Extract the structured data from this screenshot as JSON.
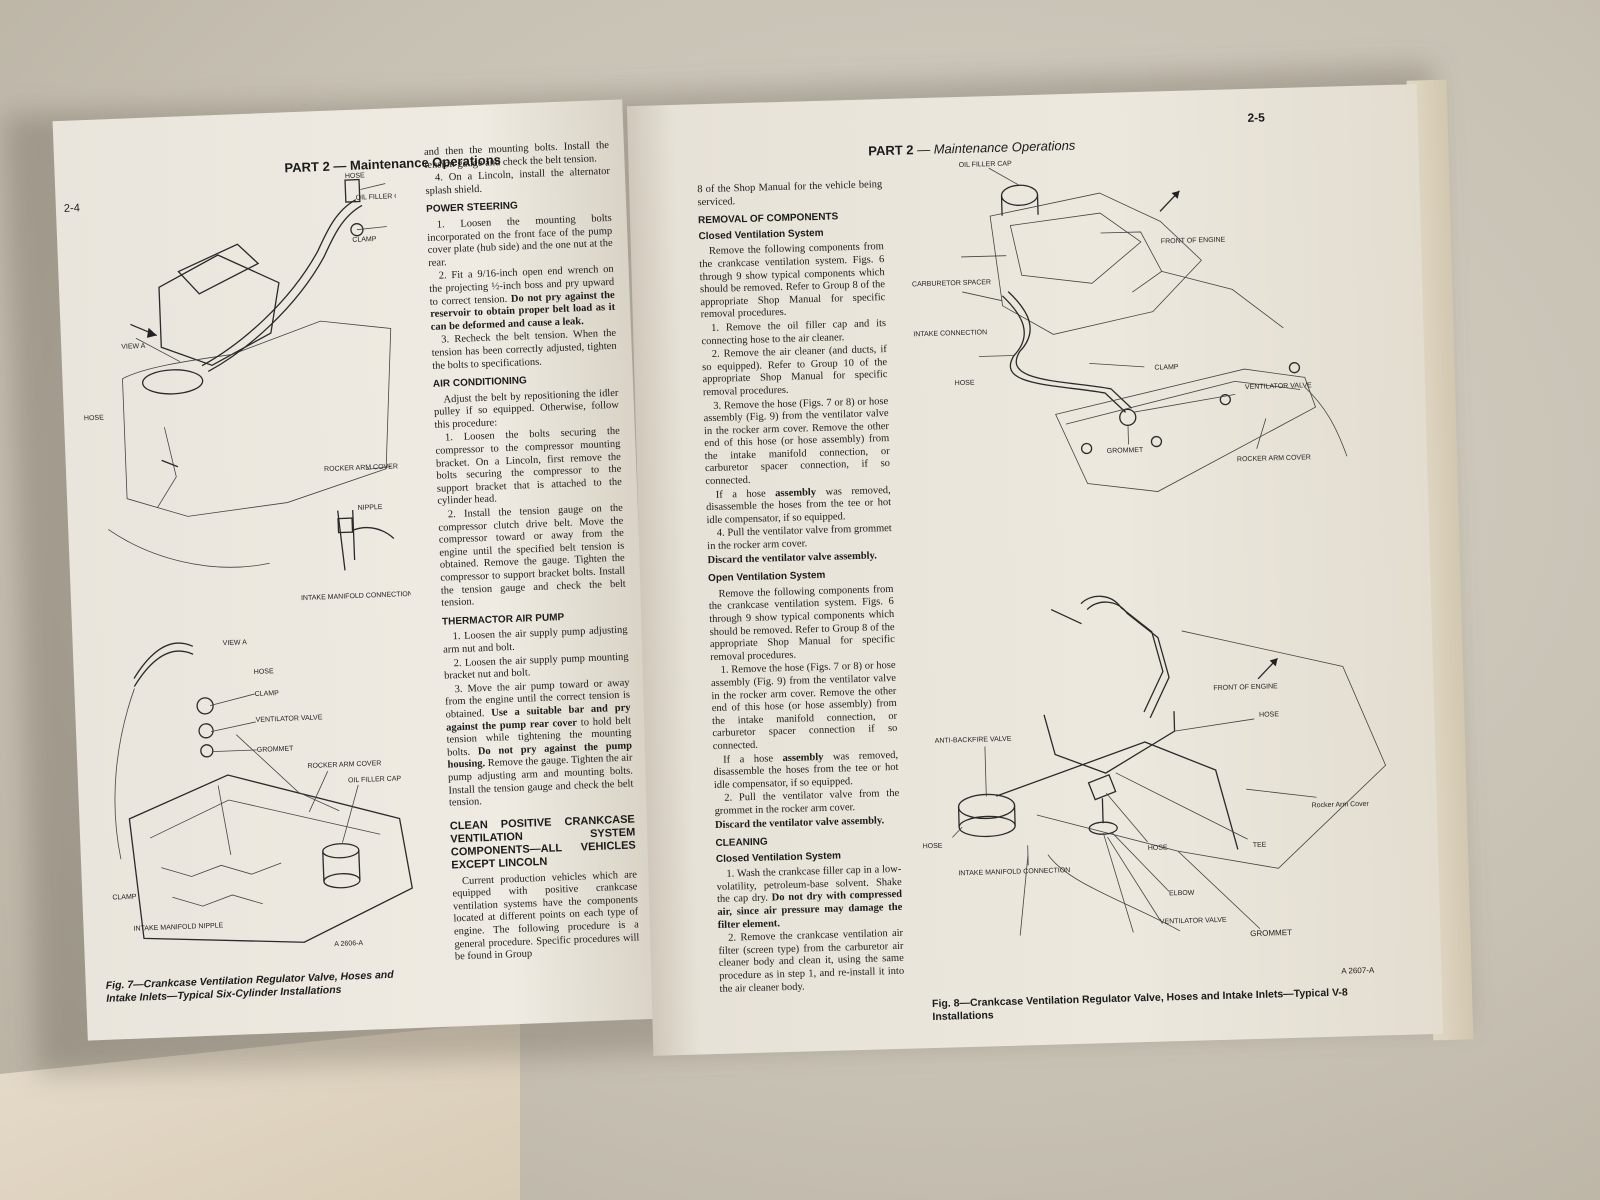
{
  "left_page": {
    "page_number": "2-4",
    "running_head": "PART 2 — Maintenance Operations",
    "figure_labels": {
      "view_a_marker": "VIEW A",
      "view_a": "VIEW A",
      "rocker_arm_cover_top": "ROCKER ARM COVER",
      "oil_filler_cap_top": "OIL FILLER CAP",
      "intake_manifold_connection": "INTAKE MANIFOLD CONNECTION",
      "hose_top": "HOSE",
      "nipple": "NIPPLE",
      "clamp_top": "CLAMP",
      "hose_top_b": "HOSE",
      "hose_b": "HOSE",
      "clamp_b": "CLAMP",
      "ventilator_valve": "VENTILATOR VALVE",
      "grommet": "GROMMET",
      "rocker_arm_cover": "ROCKER ARM COVER",
      "oil_filler_cap": "OIL FILLER CAP",
      "clamp_low": "CLAMP",
      "intake_manifold_nipple": "INTAKE MANIFOLD NIPPLE",
      "fig_code": "A 2606-A"
    },
    "caption": "Fig. 7—Crankcase Ventilation Regulator Valve, Hoses and Intake Inlets—Typical Six-Cylinder Installations",
    "column_2": {
      "intro_1": "and then the mounting bolts. Install the tension gauge and check the belt tension.",
      "intro_2": "4. On a Lincoln, install the alternator splash shield.",
      "power_steering_heading": "POWER STEERING",
      "ps_1": "1. Loosen the mounting bolts incorporated on the front face of the pump cover plate (hub side) and the one nut at the rear.",
      "ps_2a": "2. Fit a 9/16-inch open end wrench on the projecting ½-inch boss and pry upward to correct tension. ",
      "ps_2b": "Do not pry against the reservoir to obtain proper belt load as it can be deformed and cause a leak.",
      "ps_3": "3. Recheck the belt tension. When the tension has been correctly adjusted, tighten the bolts to specifications.",
      "ac_heading": "AIR CONDITIONING",
      "ac_intro": "Adjust the belt by repositioning the idler pulley if so equipped. Otherwise, follow this procedure:",
      "ac_1": "1. Loosen the bolts securing the compressor to the compressor mounting bracket. On a Lincoln, first remove the bolts securing the compressor to the support bracket that is attached to the cylinder head.",
      "ac_2": "2. Install the tension gauge on the compressor clutch drive belt. Move the compressor toward or away from the engine until the specified belt tension is obtained. Remove the gauge. Tighten the compressor to support bracket bolts. Install the tension gauge and check the belt tension.",
      "thermactor_heading": "THERMACTOR AIR PUMP",
      "th_1": "1. Loosen the air supply pump adjusting arm nut and bolt.",
      "th_2": "2. Loosen the air supply pump mounting bracket nut and bolt.",
      "th_3a": "3. Move the air pump toward or away from the engine until the correct tension is obtained. ",
      "th_3b": "Use a suitable bar and pry against the pump rear cover",
      "th_3c": " to hold belt tension while tightening the mounting bolts. ",
      "th_3d": "Do not pry against the pump housing.",
      "th_3e": " Remove the gauge. Tighten the air pump adjusting arm and mounting bolts. Install the tension gauge and check the belt tension.",
      "clean_heading": "CLEAN POSITIVE CRANKCASE VENTILATION SYSTEM COMPONENTS—ALL VEHICLES EXCEPT LINCOLN",
      "clean_intro": "Current production vehicles which are equipped with positive crankcase ventilation systems have the components located at different points on each type of engine. The following procedure is a general procedure. Specific procedures will be found in Group"
    }
  },
  "right_page": {
    "page_number": "2-5",
    "running_head_part": "PART 2",
    "running_head_title": "— Maintenance Operations",
    "column_1": {
      "cont": "8 of the Shop Manual for the vehicle being serviced.",
      "removal_heading": "REMOVAL OF COMPONENTS",
      "closed_heading": "Closed Ventilation System",
      "closed_intro": "Remove the following components from the crankcase ventilation system. Figs. 6 through 9 show typical components which should be removed. Refer to Group 8 of the appropriate Shop Manual for specific removal procedures.",
      "c_1": "1. Remove the oil filler cap and its connecting hose to the air cleaner.",
      "c_2": "2. Remove the air cleaner (and ducts, if so equipped). Refer to Group 10 of the appropriate Shop Manual for specific removal procedures.",
      "c_3": "3. Remove the hose (Figs. 7 or 8) or hose assembly (Fig. 9) from the ventilator valve in the rocker arm cover. Remove the other end of this hose (or hose assembly) from the intake manifold connection, or carburetor spacer connection, if so connected.",
      "c_if_a": "If a hose ",
      "c_if_b": "assembly",
      "c_if_c": " was removed, disassemble the hoses from the tee or hot idle compensator, if so equipped.",
      "c_4": "4. Pull the ventilator valve from grommet in the rocker arm cover.",
      "c_discard": "Discard the ventilator valve assembly.",
      "open_heading": "Open Ventilation System",
      "open_intro": "Remove the following components from the crankcase ventilation system. Figs. 6 through 9 show typical components which should be removed. Refer to Group 8 of the appropriate Shop Manual for specific removal procedures.",
      "o_1": "1. Remove the hose (Figs. 7 or 8) or hose assembly (Fig. 9) from the ventilator valve in the rocker arm cover. Remove the other end of this hose (or hose assembly) from the intake manifold connection, or carburetor spacer connection if so connected.",
      "o_if_a": "If a hose ",
      "o_if_b": "assembly",
      "o_if_c": " was removed, disassemble the hoses from the tee or hot idle compensator, if so equipped.",
      "o_2": "2. Pull the ventilator valve from the grommet in the rocker arm cover.",
      "o_discard": "Discard the ventilator valve assembly.",
      "cleaning_heading": "CLEANING",
      "cl_closed_heading": "Closed Ventilation System",
      "cl_1a": "1. Wash the crankcase filler cap in a low-volatility, petroleum-base solvent. Shake the cap dry. ",
      "cl_1b": "Do not dry with compressed air, since air pressure may damage the filter element.",
      "cl_2": "2. Remove the crankcase ventilation air filter (screen type) from the carburetor air cleaner body and clean it, using the same procedure as in step 1, and re-install it into the air cleaner body."
    },
    "figure_labels": {
      "oil_filler_cap": "OIL FILLER CAP",
      "front_of_engine_top": "FRONT OF ENGINE",
      "carburetor_spacer": "CARBURETOR SPACER",
      "intake_connection": "INTAKE CONNECTION",
      "hose_top": "HOSE",
      "clamp": "CLAMP",
      "ventilator_valve_top": "VENTILATOR VALVE",
      "grommet_top": "GROMMET",
      "rocker_arm_cover_top": "ROCKER ARM COVER",
      "front_of_engine_bottom": "FRONT OF ENGINE",
      "anti_backfire_valve": "ANTI-BACKFIRE VALVE",
      "hose_right": "HOSE",
      "rocker_arm_cover_bottom": "Rocker Arm Cover",
      "hose_left": "HOSE",
      "hose_mid": "HOSE",
      "tee": "TEE",
      "intake_manifold_connection": "INTAKE MANIFOLD CONNECTION",
      "elbow": "ELBOW",
      "ventilator_valve_bottom": "VENTILATOR VALVE",
      "grommet_bottom": "GROMMET",
      "fig_code": "A 2607-A"
    },
    "caption": "Fig. 8—Crankcase Ventilation Regulator Valve, Hoses and Intake Inlets—Typical V-8 Installations"
  }
}
